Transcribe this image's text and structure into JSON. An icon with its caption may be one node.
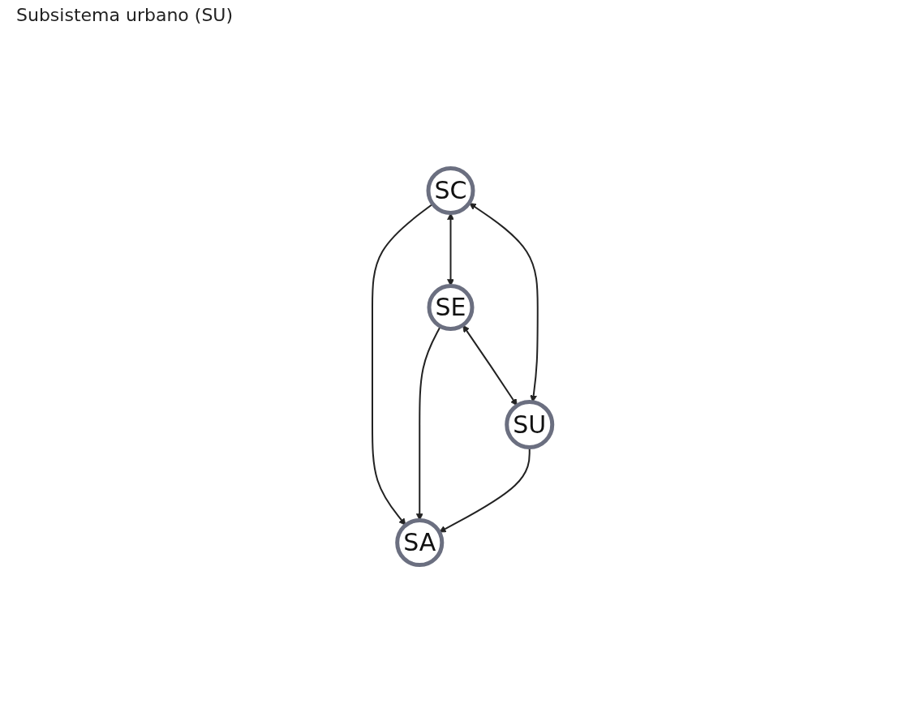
{
  "diagram": {
    "nodes": [
      {
        "text": [
          "SC"
        ]
      },
      {
        "text": [
          "SA"
        ]
      },
      {
        "text": [
          "SE"
        ]
      },
      {
        "text": [
          "SU"
        ]
      }
    ],
    "edges": [
      {
        "from": 0,
        "to": 1,
        "arrow": "to"
      },
      {
        "from": 0,
        "to": 2,
        "arrow": "both"
      },
      {
        "from": 0,
        "to": 3,
        "arrow": "both"
      },
      {
        "from": 2,
        "to": 1,
        "arrow": "to"
      },
      {
        "from": 3,
        "to": 1,
        "arrow": "to"
      },
      {
        "from": 2,
        "to": 3,
        "arrow": "both"
      }
    ],
    "labels": [
      "Subsistema urbano (SU)"
    ]
  }
}
